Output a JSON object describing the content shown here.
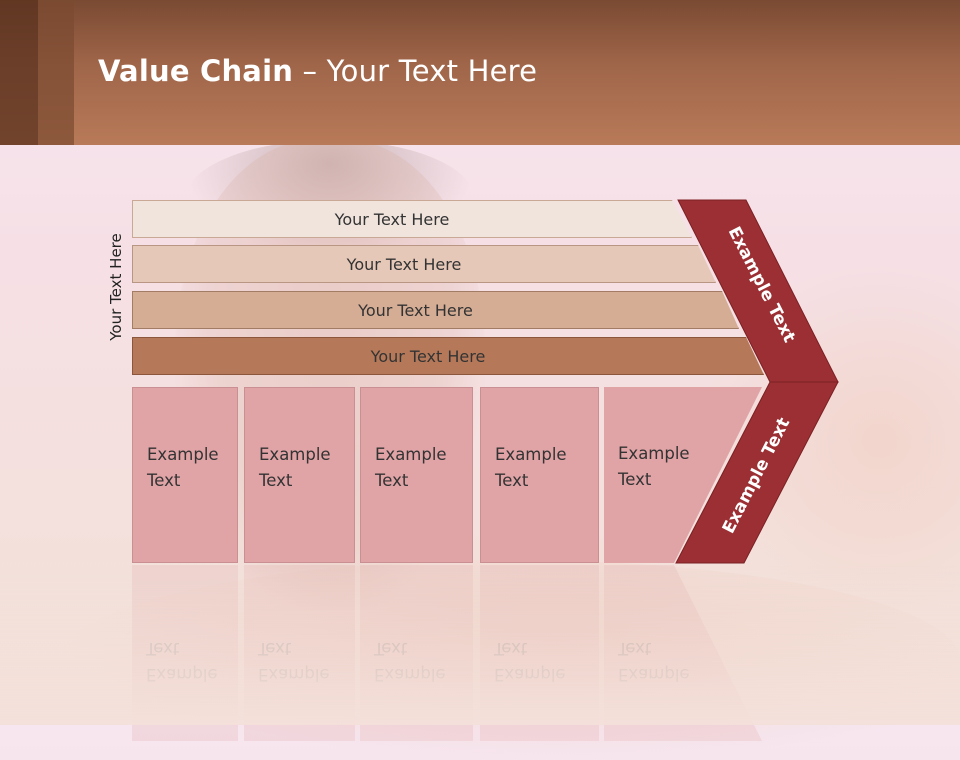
{
  "title": {
    "bold": "Value Chain",
    "rest": " – Your Text Here"
  },
  "side_label": "Your Text Here",
  "bars": [
    {
      "label": "Your Text Here",
      "color": "#f0e4dd"
    },
    {
      "label": "Your Text Here",
      "color": "#e6c8b8"
    },
    {
      "label": "Your Text Here",
      "color": "#d5ac94"
    },
    {
      "label": "Your Text Here",
      "color": "#b5795a"
    }
  ],
  "boxes": [
    {
      "line1": "Example",
      "line2": "Text"
    },
    {
      "line1": "Example",
      "line2": "Text"
    },
    {
      "line1": "Example",
      "line2": "Text"
    },
    {
      "line1": "Example",
      "line2": "Text"
    },
    {
      "line1": "Example",
      "line2": "Text"
    }
  ],
  "chevron": {
    "upper_label": "Example Text",
    "lower_label": "Example Text",
    "color": "#9b2f33"
  },
  "colors": {
    "header": "#a0664a",
    "box_fill": "#e0a3a6"
  }
}
